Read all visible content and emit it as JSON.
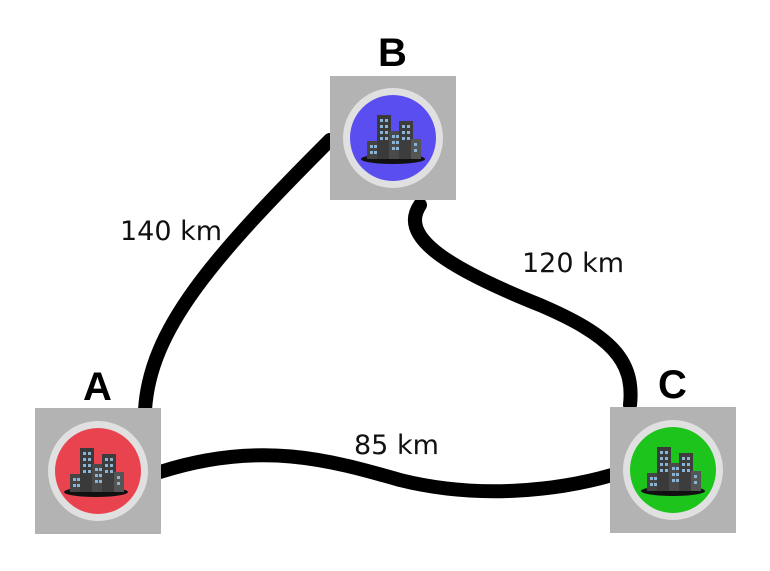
{
  "nodes": [
    {
      "id": "a",
      "label": "A",
      "color": "#e8434f"
    },
    {
      "id": "b",
      "label": "B",
      "color": "#5a4ef0"
    },
    {
      "id": "c",
      "label": "C",
      "color": "#1cc41c"
    }
  ],
  "edges": [
    {
      "from": "A",
      "to": "B",
      "label": "140 km"
    },
    {
      "from": "B",
      "to": "C",
      "label": "120 km"
    },
    {
      "from": "A",
      "to": "C",
      "label": "85 km"
    }
  ],
  "colors": {
    "road": "#000000",
    "tile": "#b3b3b3",
    "ring": "#e0e0e0",
    "building": "#3d3d3d"
  },
  "icon": "city-icon"
}
